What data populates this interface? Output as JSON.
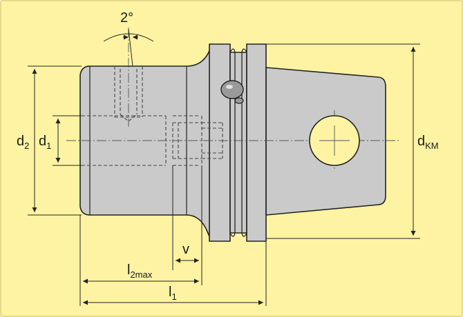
{
  "colors": {
    "background": "#fef3a2",
    "border": "#e6d98a",
    "body": "#c9cac9",
    "outline": "#222222",
    "hidden_line": "#444444",
    "center_line": "#555555"
  },
  "labels": {
    "angle": "2°",
    "d2_main": "d",
    "d2_sub": "2",
    "d1_main": "d",
    "d1_sub": "1",
    "dkm_main": "d",
    "dkm_sub": "KM",
    "v": "v",
    "l2max_main": "l",
    "l2max_sub": "2max",
    "l1_main": "l",
    "l1_sub": "1"
  }
}
